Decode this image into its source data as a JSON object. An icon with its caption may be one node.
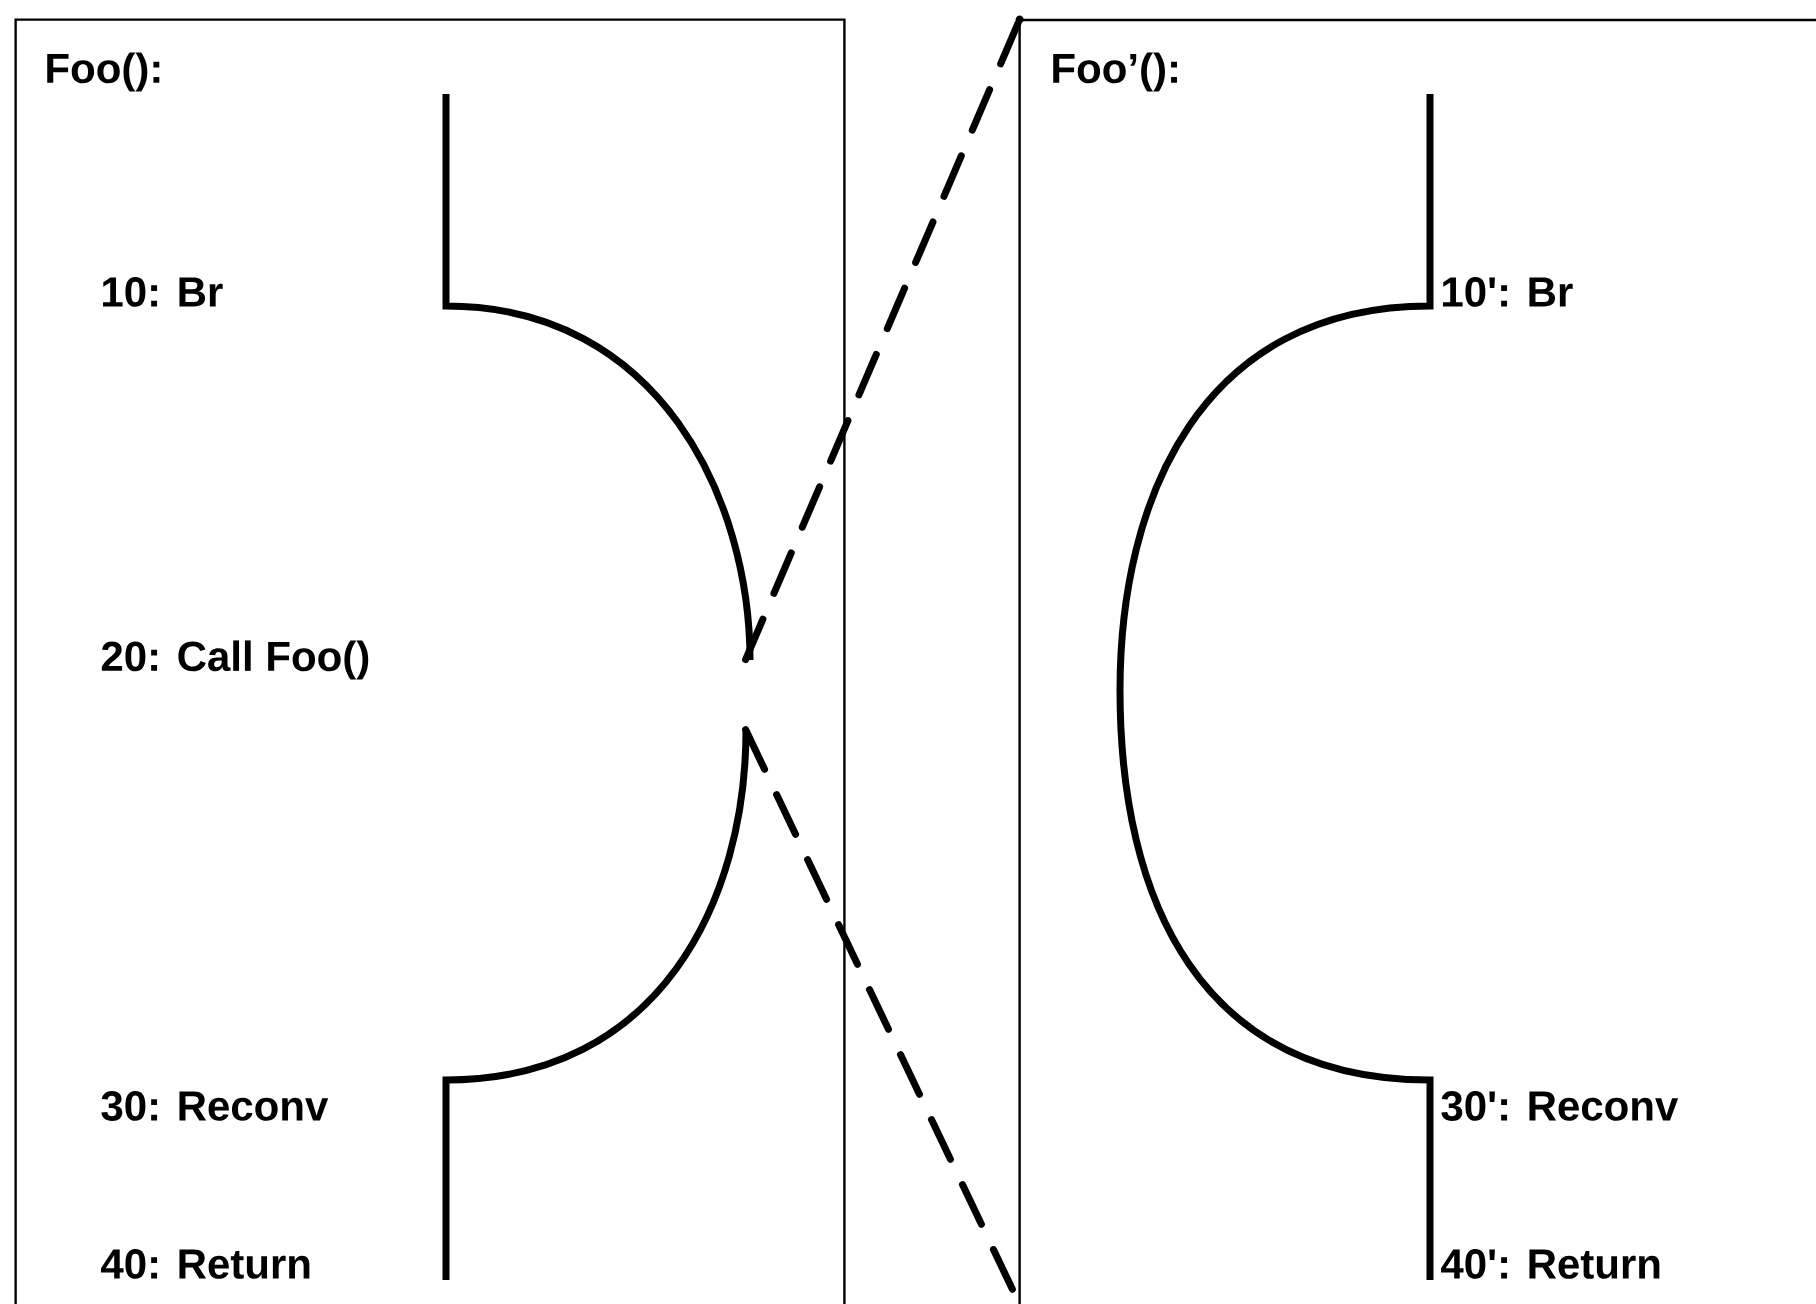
{
  "diagram": {
    "nodes": [
      {
        "text": [
          "Foo():",
          "10: Br",
          "20: Call Foo()",
          "30: Reconv",
          "40: Return"
        ]
      },
      {
        "text": [
          "Foo’():",
          "10': Br",
          "30': Reconv",
          "40': Return"
        ]
      }
    ],
    "edges": [
      {
        "from": 0,
        "to": 1,
        "arrow": "none",
        "style": "dashed"
      },
      {
        "from": 0,
        "to": 1,
        "arrow": "none",
        "style": "dashed"
      }
    ]
  }
}
